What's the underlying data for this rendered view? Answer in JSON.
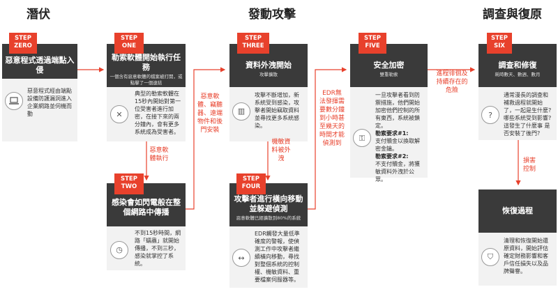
{
  "phases": {
    "dormant": "潛伏",
    "attack": "發動攻擊",
    "investigate": "調查與復原"
  },
  "steps": {
    "zero": {
      "label": "STEP\nZERO",
      "title": "惡意程式透過端點入侵",
      "sub": "",
      "body": "惡意程式經由端點設備防護漏洞進入企業網路並伺機而動",
      "icon": "laptop-icon"
    },
    "one": {
      "label": "STEP\nONE",
      "title": "勒索軟體開始執行任務",
      "sub": "一個含有惡意軟體的檔案被打開，或點擊了一個連結",
      "body": "典型的勒索軟體在15秒內開始對第一位受害者進行加密，在接下來的兩分鐘內，會有更多系統成為受害者。",
      "icon": "tools-icon"
    },
    "two": {
      "label": "STEP\nTWO",
      "title": "感染會如閃電般在整個網路中傳播",
      "sub": "",
      "body": "不到15秒時間，網路「蠕蟲」就開始傳播，不到三秒，感染就掌控了系統。",
      "icon": "clock-icon"
    },
    "three": {
      "label": "STEP\nTHREE",
      "title": "資料外洩開始",
      "sub": "攻擊擴散",
      "body": "攻擊不斷增加，新系統受到感染，攻擊者開始竊取資料並尋找更多系統感染。",
      "icon": "network-icon"
    },
    "four": {
      "label": "STEP\nFOUR",
      "title": "攻擊者進行橫向移動並躲避偵測",
      "sub": "惡意軟體已經擴散到80%的系統",
      "body": "EDR觸發大量低準確度的警報，使偵測工作中攻擊者繼續橫向移動，尋找對整個系統的控制權、機敏資料、重要檔案伺服器等。",
      "icon": "arrows-icon"
    },
    "five": {
      "label": "STEP\nFIVE",
      "title": "安全加密",
      "sub": "雙重勒索",
      "body": "一旦攻擊者看到防禦措施，他們開始加密他們控制的所有東西，系統被鎖定。",
      "req1_label": "勒索要求#1:",
      "req1_text": "支付贖金以換取解密金鑰。",
      "req2_label": "勒索要求#2:",
      "req2_text": "不支付贖金，將獲敏資料外洩於公眾。",
      "icon": "key-icon"
    },
    "six": {
      "label": "STEP\nSIX",
      "title": "調查和修復",
      "sub": "耗時數天、數週、數月",
      "body": "通常漫長的調查和補救過程就開始了，一起是生什麼?哪些系統受到影響?這發生了什麼事 是否安裝了後門?",
      "icon": "question-icon"
    },
    "recover": {
      "title": "恢復過程",
      "body": "清理和恢復開始還原資料，開始評估確定財務影響和客戶信任損失以及品牌聲譽。",
      "icon": "shield-icon"
    }
  },
  "notes": {
    "persist": "惡意軟體、竊聽器、遠端物件和後門安裝",
    "exec": "惡意軟體執行",
    "exfil": "機敏資料被外洩",
    "edr": "EDR無法發揮需要數分鐘到小時甚至幾天的時間才能偵測到",
    "process": "進程徘徊及持續存在的危險",
    "damage": "損害控制"
  }
}
